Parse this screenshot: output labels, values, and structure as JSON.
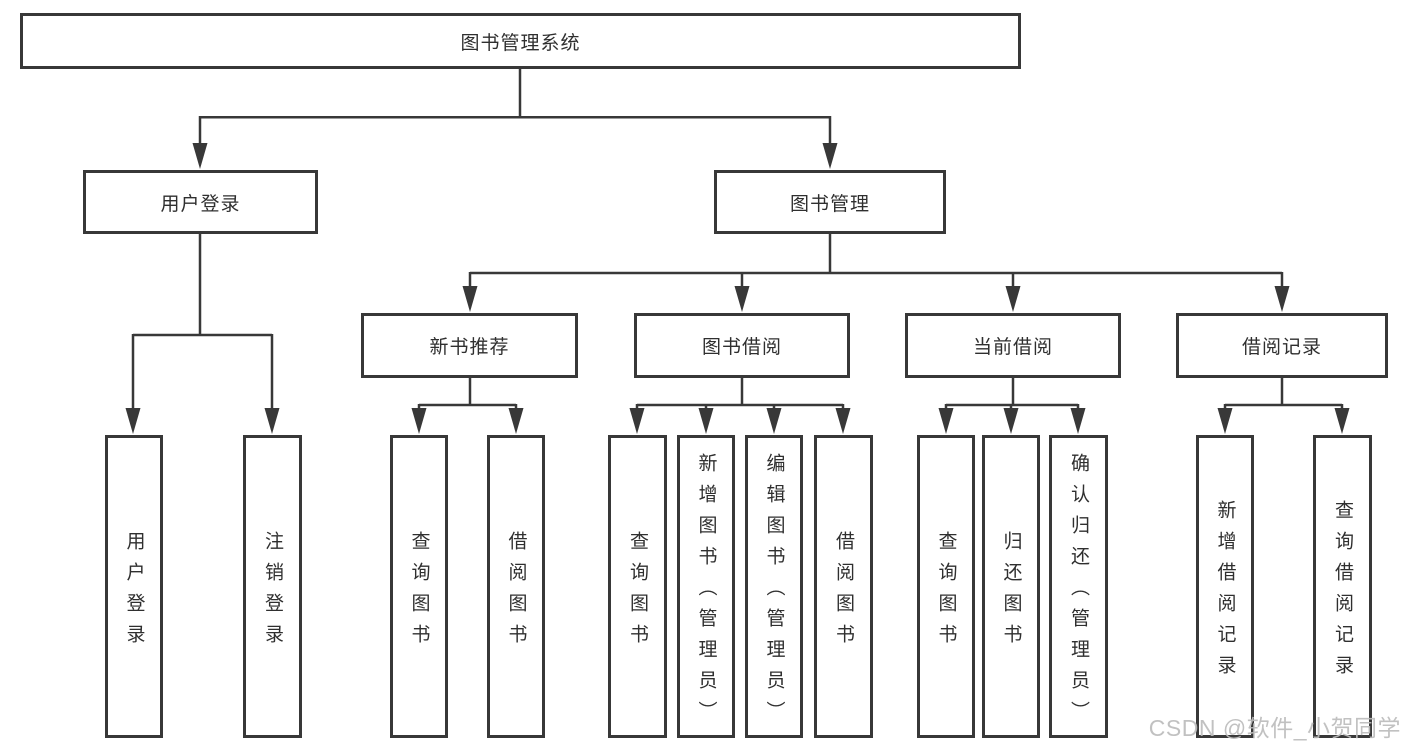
{
  "diagram_title": "图书管理系统",
  "accent_color": "#383838",
  "background_color": "#ffffff",
  "tree": {
    "root": "图书管理系统",
    "children": [
      {
        "label": "用户登录",
        "children": [
          {
            "label": "用户登录"
          },
          {
            "label": "注销登录"
          }
        ]
      },
      {
        "label": "图书管理",
        "children": [
          {
            "label": "新书推荐",
            "children": [
              {
                "label": "查询图书"
              },
              {
                "label": "借阅图书"
              }
            ]
          },
          {
            "label": "图书借阅",
            "children": [
              {
                "label": "查询图书"
              },
              {
                "label": "新增图书（管理员）"
              },
              {
                "label": "编辑图书（管理员）"
              },
              {
                "label": "借阅图书"
              }
            ]
          },
          {
            "label": "当前借阅",
            "children": [
              {
                "label": "查询图书"
              },
              {
                "label": "归还图书"
              },
              {
                "label": "确认归还（管理员）"
              }
            ]
          },
          {
            "label": "借阅记录",
            "children": [
              {
                "label": "新增借阅记录"
              },
              {
                "label": "查询借阅记录"
              }
            ]
          }
        ]
      }
    ]
  },
  "watermark": "CSDN @软件_小贺同学"
}
